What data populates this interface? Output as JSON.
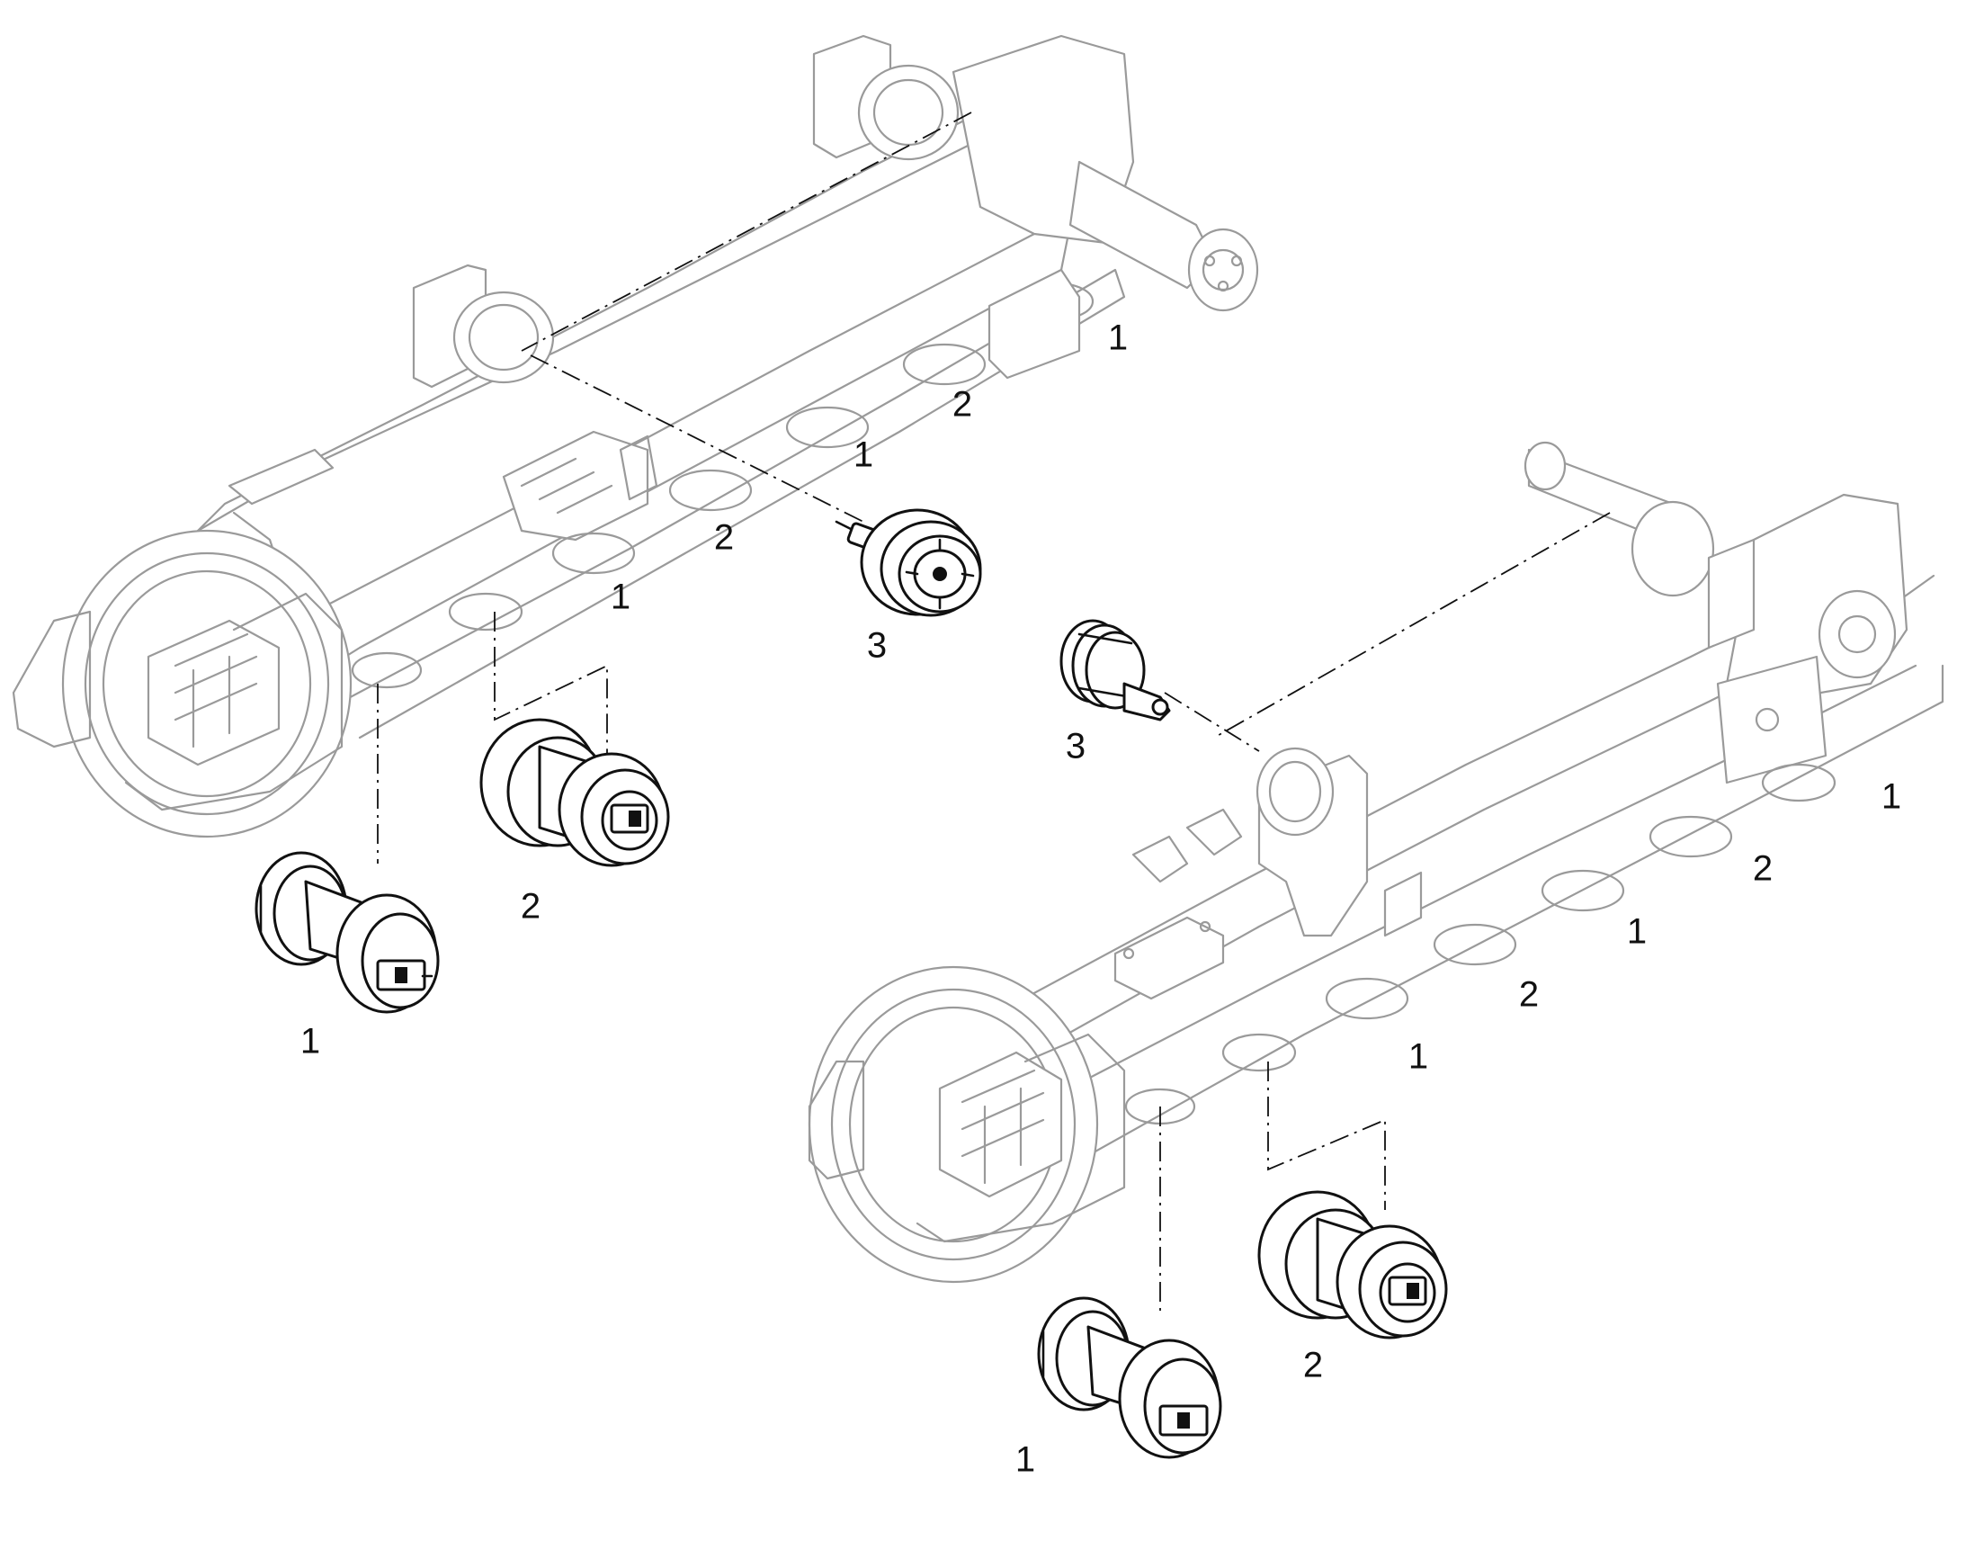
{
  "diagram": {
    "callouts": [
      {
        "id": "left-lower-roller-top",
        "text": "1"
      },
      {
        "id": "left-upper-roller-mid",
        "text": "2"
      },
      {
        "id": "left-lower-roller-mid",
        "text": "1"
      },
      {
        "id": "left-upper-roller-lower",
        "text": "2"
      },
      {
        "id": "left-lower-roller-lower",
        "text": "1"
      },
      {
        "id": "left-carrier-roller",
        "text": "3"
      },
      {
        "id": "left-exploded-double-flange",
        "text": "2"
      },
      {
        "id": "left-exploded-single-flange",
        "text": "1"
      },
      {
        "id": "right-carrier-roller",
        "text": "3"
      },
      {
        "id": "right-lower-roller-top",
        "text": "1"
      },
      {
        "id": "right-upper-roller-top",
        "text": "2"
      },
      {
        "id": "right-lower-roller-mid",
        "text": "1"
      },
      {
        "id": "right-upper-roller-mid",
        "text": "2"
      },
      {
        "id": "right-lower-roller-lower",
        "text": "1"
      },
      {
        "id": "right-exploded-double-flange",
        "text": "2"
      },
      {
        "id": "right-exploded-single-flange",
        "text": "1"
      }
    ]
  }
}
